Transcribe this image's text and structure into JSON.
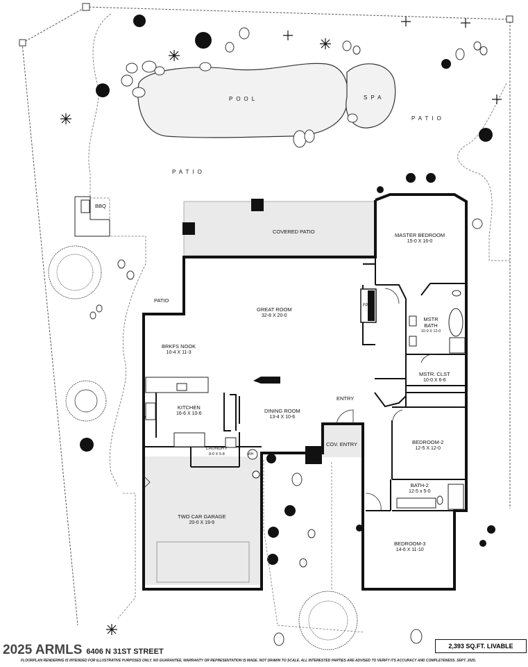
{
  "site": {
    "pool": "POOL",
    "spa": "SPA",
    "patio_east": "PATIO",
    "patio_north": "PATIO",
    "patio_side": "PATIO",
    "bbq": "BBQ",
    "covered_patio": "COVERED PATIO",
    "entry": "ENTRY",
    "cov_entry": "COV. ENTRY",
    "fireplace": "FP",
    "water_heater": "WH"
  },
  "rooms": {
    "master_bedroom": {
      "name": "MASTER BEDROOM",
      "dim": "15-0 X 16-0"
    },
    "great_room": {
      "name": "GREAT ROOM",
      "dim": "32-8 X 20-0"
    },
    "mstr_bath": {
      "name": "MSTR BATH",
      "dim": "10-0 X 12-0"
    },
    "brkfs_nook": {
      "name": "BRKFS NOOK",
      "dim": "10-4 X 11-3"
    },
    "mstr_clst": {
      "name": "MSTR. CLST",
      "dim": "10-0 X 6-6"
    },
    "kitchen": {
      "name": "KITCHEN",
      "dim": "16-6 X 10-6"
    },
    "dining_room": {
      "name": "DINING ROOM",
      "dim": "13-4 X 10-6"
    },
    "bedroom_2": {
      "name": "BEDROOM-2",
      "dim": "12-5 X 12-0"
    },
    "laundry": {
      "name": "LAUNDRY",
      "dim": "8-0 X 5-8"
    },
    "bath_2": {
      "name": "BATH-2",
      "dim": "12-5 x 5-0"
    },
    "garage": {
      "name": "TWO CAR GARAGE",
      "dim": "20-0 X 19-9"
    },
    "bedroom_3": {
      "name": "BEDROOM-3",
      "dim": "14-6 X 11-10"
    }
  },
  "footer": {
    "address": "2025 ARMLS",
    "address_street": "6406 N 31ST STREET",
    "sqft": "2,393 SQ.FT. LIVABLE",
    "disclaimer": "FLOORPLAN RENDERING IS INTENDED FOR ILLUSTRATIVE PURPOSES ONLY.  NO GUARANTEE, WARRANTY OR REPRESENTATION IS MADE.  NOT DRAWN TO SCALE.  ALL INTERESTED PARTIES ARE ADVISED TO VERIFY ITS ACCURACY AND COMPLETENESS. SEPT. 2025."
  }
}
